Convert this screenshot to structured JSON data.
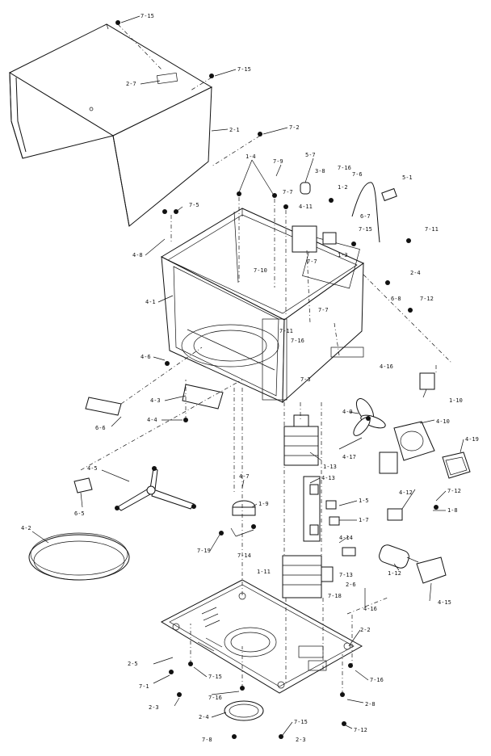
{
  "labels": [
    "7-15",
    "2-7",
    "7-15",
    "2-1",
    "7-2",
    "1-4",
    "7-9",
    "5-7",
    "3-8",
    "7-16",
    "7-6",
    "5-1",
    "1-2",
    "7-7",
    "4-11",
    "6-7",
    "7-5",
    "4-8",
    "7-15",
    "7-11",
    "1-3",
    "7-7",
    "4-1",
    "7-10",
    "2-4",
    "6-8",
    "7-12",
    "7-7",
    "7-11",
    "7-16",
    "4-6",
    "4-16",
    "7-3",
    "1-10",
    "6-6",
    "4-3",
    "4-4",
    "4-9",
    "4-10",
    "4-17",
    "4-19",
    "1-13",
    "4-13",
    "4-5",
    "4-7",
    "1-9",
    "6-5",
    "4-12",
    "7-12",
    "1-8",
    "1-5",
    "1-7",
    "4-2",
    "4-14",
    "7-19",
    "7-14",
    "1-11",
    "7-13",
    "2-6",
    "1-12",
    "4-15",
    "7-18",
    "4-16",
    "2-2",
    "2-5",
    "7-15",
    "7-1",
    "7-16",
    "7-16",
    "2-3",
    "2-8",
    "2-4",
    "7-15",
    "7-12",
    "7-8",
    "2-3"
  ]
}
